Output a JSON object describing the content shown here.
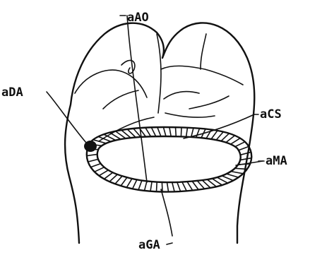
{
  "labels": {
    "top": "aAO",
    "left": "aDA",
    "right_upper": "aCS",
    "right_lower": "aMA",
    "bottom": "aGA"
  }
}
